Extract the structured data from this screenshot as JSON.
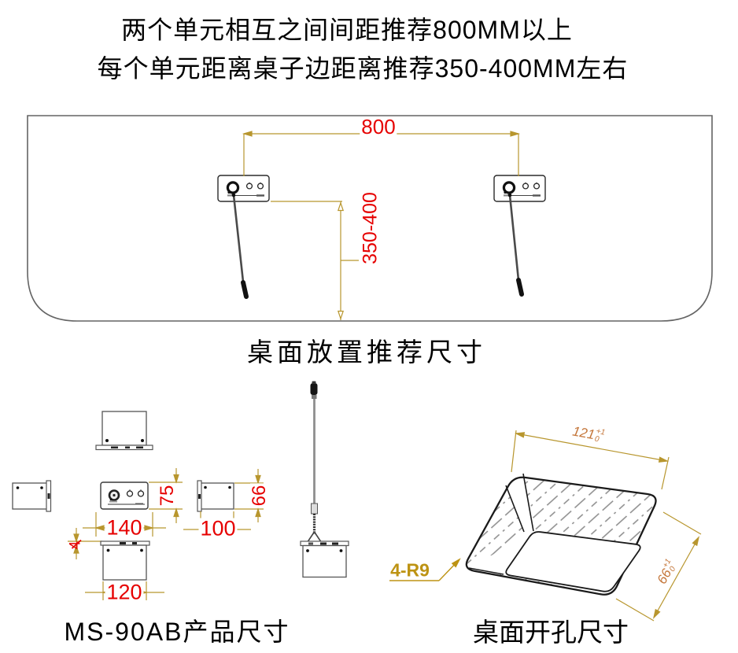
{
  "title": {
    "line1": "两个单元相互之间间距推荐800MM以上",
    "line2": "每个单元距离桌子边距离推荐350-400MM左右"
  },
  "desk_layout": {
    "caption": "桌面放置推荐尺寸",
    "unit_spacing_mm": "800",
    "edge_distance_mm": "350-400"
  },
  "product_dimensions": {
    "caption": "MS-90AB产品尺寸",
    "front_height_mm": "75",
    "front_width_mm": "140",
    "side_height_mm": "66",
    "side_depth_mm": "100",
    "bottom_width_mm": "120",
    "plate_thickness_mm": "4"
  },
  "cutout": {
    "caption": "桌面开孔尺寸",
    "length": {
      "value": "121",
      "tol_plus": "+1",
      "tol_minus": "0"
    },
    "width": {
      "value": "66",
      "tol_plus": "+1",
      "tol_minus": "0"
    },
    "corner_radius": "4-R9"
  },
  "colors": {
    "dimension_text": "#E60000",
    "dimension_line": "#B8962E",
    "tolerance_text": "#C4763A",
    "radius_label": "#BD9313",
    "outline_dark": "#1A1A1A",
    "outline_gray": "#5A5A5A"
  }
}
